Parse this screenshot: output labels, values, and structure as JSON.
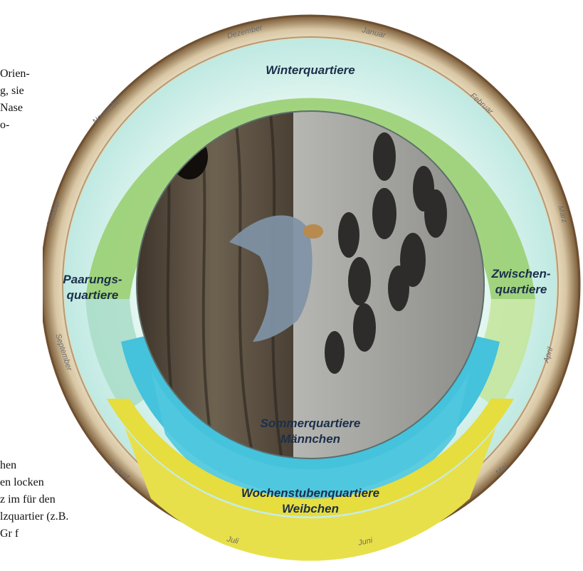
{
  "page_text_top": [
    "Orien-",
    "g, sie",
    "Nase",
    "o-"
  ],
  "page_text_bottom": [
    "hen",
    "en locken",
    "z im für den",
    "lzquartier (z.B.",
    "                 Gr f"
  ],
  "diagram": {
    "months": [
      "Januar",
      "Februar",
      "März",
      "April",
      "Mai",
      "Juni",
      "Juli",
      "August",
      "September",
      "Oktober",
      "November",
      "Dezember"
    ],
    "seasons": {
      "winter": "Winterquartiere",
      "zwischen_1": "Zwischen-",
      "zwischen_2": "quartiere",
      "paarung_1": "Paarungs-",
      "paarung_2": "quartiere",
      "sommer_1": "Sommerquartiere",
      "sommer_2": "Männchen",
      "wochen_1": "Wochenstubenquartiere",
      "wochen_2": "Weibchen"
    },
    "colors": {
      "rim": "#8a6c48",
      "rim_light": "#f4ecd9",
      "winter": "#8fc96a",
      "winter_light": "#d7ecb4",
      "summer_male": "#45c2dc",
      "summer_female": "#e4dc3a",
      "inner_glow": "#d9f4ef"
    }
  }
}
